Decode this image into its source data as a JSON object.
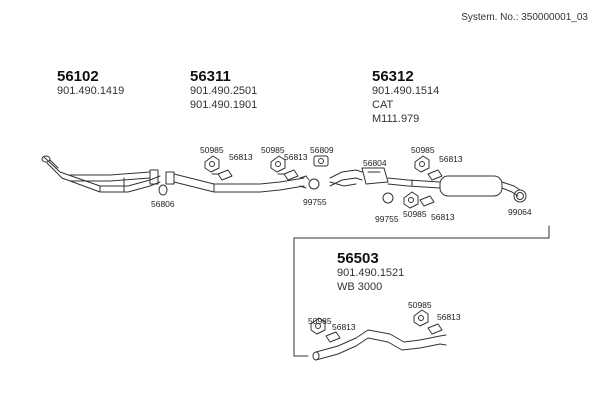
{
  "system_no": "System. No.: 350000001_03",
  "groups": [
    {
      "number": "56102",
      "lines": [
        "901.490.1419"
      ]
    },
    {
      "number": "56311",
      "lines": [
        "901.490.2501",
        "901.490.1901"
      ]
    },
    {
      "number": "56312",
      "lines": [
        "901.490.1514",
        "CAT",
        "M111.979"
      ]
    },
    {
      "number": "56503",
      "lines": [
        "901.490.1521",
        "WB 3000"
      ]
    }
  ],
  "part_labels": {
    "p56806": "56806",
    "p50985_a": "50985",
    "p56813_a": "56813",
    "p50985_b": "50985",
    "p56813_b": "56813",
    "p56809": "56809",
    "p99755_a": "99755",
    "p56804": "56804",
    "p50985_c": "50985",
    "p56813_c": "56813",
    "p99755_b": "99755",
    "p50985_d": "50985",
    "p56813_d": "56813",
    "p99064": "99064",
    "p50985_e": "50985",
    "p56813_e": "56813",
    "p50985_f": "50985",
    "p56813_f": "56813"
  }
}
